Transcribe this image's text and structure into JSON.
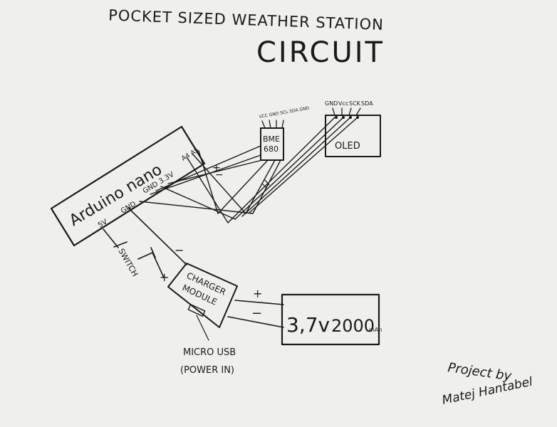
{
  "title": {
    "line1": "POCKET SIZED WEATHER STATION",
    "line2": "CIRCUIT"
  },
  "components": {
    "arduino": {
      "label": "Arduino nano",
      "pins": {
        "v5": "5V",
        "gnd": "GND",
        "gnd33": "GND 3.3V",
        "a4a5": "A4 A5"
      }
    },
    "bme": {
      "line1": "BME",
      "line2": "680",
      "pins": "VCC GND SCL SDA GND"
    },
    "oled": {
      "label": "OLED",
      "pins": {
        "gnd": "GND",
        "vcc": "Vcc",
        "sck": "SCK",
        "sda": "SDA"
      }
    },
    "switch": {
      "label": "SWITCH"
    },
    "charger": {
      "line1": "CHARGER",
      "line2": "MODULE"
    },
    "battery": {
      "voltage": "3,7v",
      "capacity": "2000",
      "unit": "mAh"
    },
    "usb": {
      "line1": "MICRO USB",
      "line2": "(POWER IN)"
    }
  },
  "polarity": {
    "plus": "+",
    "minus": "−",
    "charger_minus": "−",
    "charger_plus": "+",
    "battery_plus": "+",
    "battery_minus": "−"
  },
  "signature": {
    "line1": "Project by",
    "line2": "Matej Hantabel"
  },
  "colors": {
    "ink": "#1a1a1a",
    "paper": "#efefed"
  }
}
